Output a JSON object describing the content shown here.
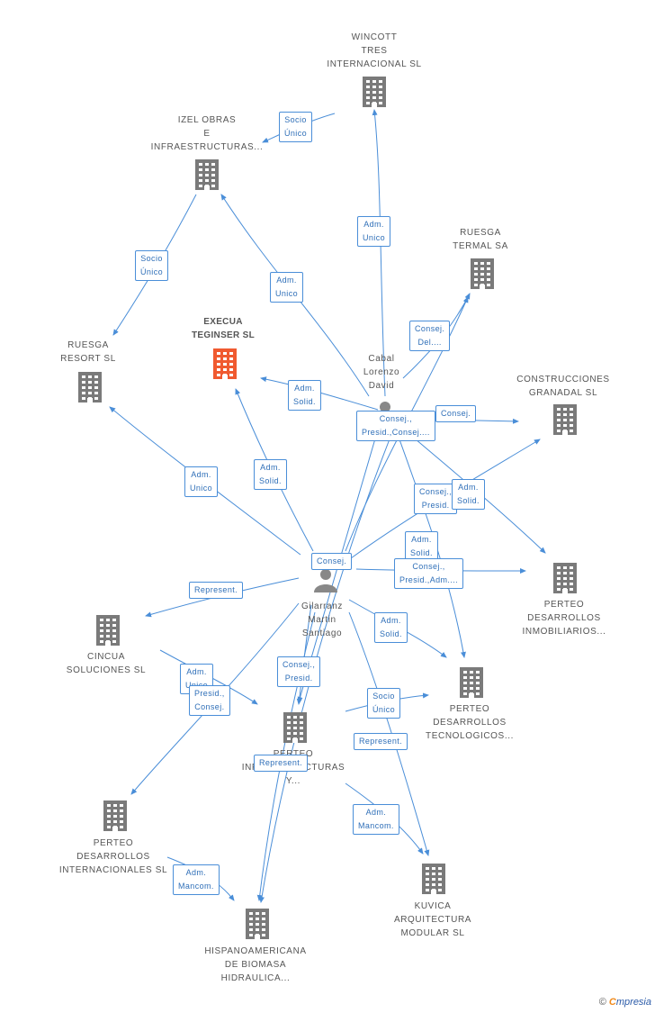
{
  "colors": {
    "edge": "#4a8ed8",
    "building": "#7a7a7a",
    "focus": "#f05a30",
    "person": "#888888"
  },
  "nodes": {
    "wincott": "WINCOTT\nTRES\nINTERNACIONAL SL",
    "izel": "IZEL OBRAS\nE\nINFRAESTRUCTURAS...",
    "ruesga_termal": "RUESGA\nTERMAL SA",
    "execua": "EXECUA\nTEGINSER SL",
    "ruesga_resort": "RUESGA\nRESORT SL",
    "construcciones": "CONSTRUCCIONES\nGRANADAL SL",
    "cabal": "Cabal\nLorenzo\nDavid",
    "perteo_inmob": "PERTEO\nDESARROLLOS\nINMOBILIARIOS...",
    "gilarranz": "Gilarranz\nMartin\nSantiago",
    "cincua": "CINCUA\nSOLUCIONES SL",
    "perteo_tecno": "PERTEO\nDESARROLLOS\nTECNOLOGICOS...",
    "perteo_infra": "PERTEO\nINFRAESTRUCTURAS\nY...",
    "perteo_intl": "PERTEO\nDESARROLLOS\nINTERNACIONALES SL",
    "kuvica": "KUVICA\nARQUITECTURA\nMODULAR SL",
    "hispano": "HISPANOAMERICANA\nDE BIOMASA\nHIDRAULICA..."
  },
  "edges": {
    "e1": "Socio\nÚnico",
    "e2": "Socio\nÚnico",
    "e3": "Adm.\nUnico",
    "e4": "Adm.\nUnico",
    "e5": "Consej.\nDel....",
    "e6": "Adm.\nSolid.",
    "e7": "Consej.",
    "e8": "Consej.,\nPresid.,Consej....",
    "e9": "Adm.\nUnico",
    "e10": "Adm.\nSolid.",
    "e11": "Consej.,\nPresid.",
    "e12": "Adm.\nSolid.",
    "e13": "Adm.\nSolid.",
    "e14": "Consej.",
    "e15": "Consej.,\nPresid.,Adm....",
    "e16": "Represent.",
    "e17": "Adm.\nSolid.",
    "e18": "Adm.\nUnico",
    "e19": "Presid.,\nConsej.",
    "e20": "Consej.,\nPresid.",
    "e21": "Socio\nÚnico",
    "e22": "Represent.",
    "e23": "Represent.",
    "e24": "Adm.\nMancom.",
    "e25": "Adm.\nMancom."
  },
  "brand": {
    "copyright": "©",
    "e": "C",
    "rest": "mpresia"
  }
}
